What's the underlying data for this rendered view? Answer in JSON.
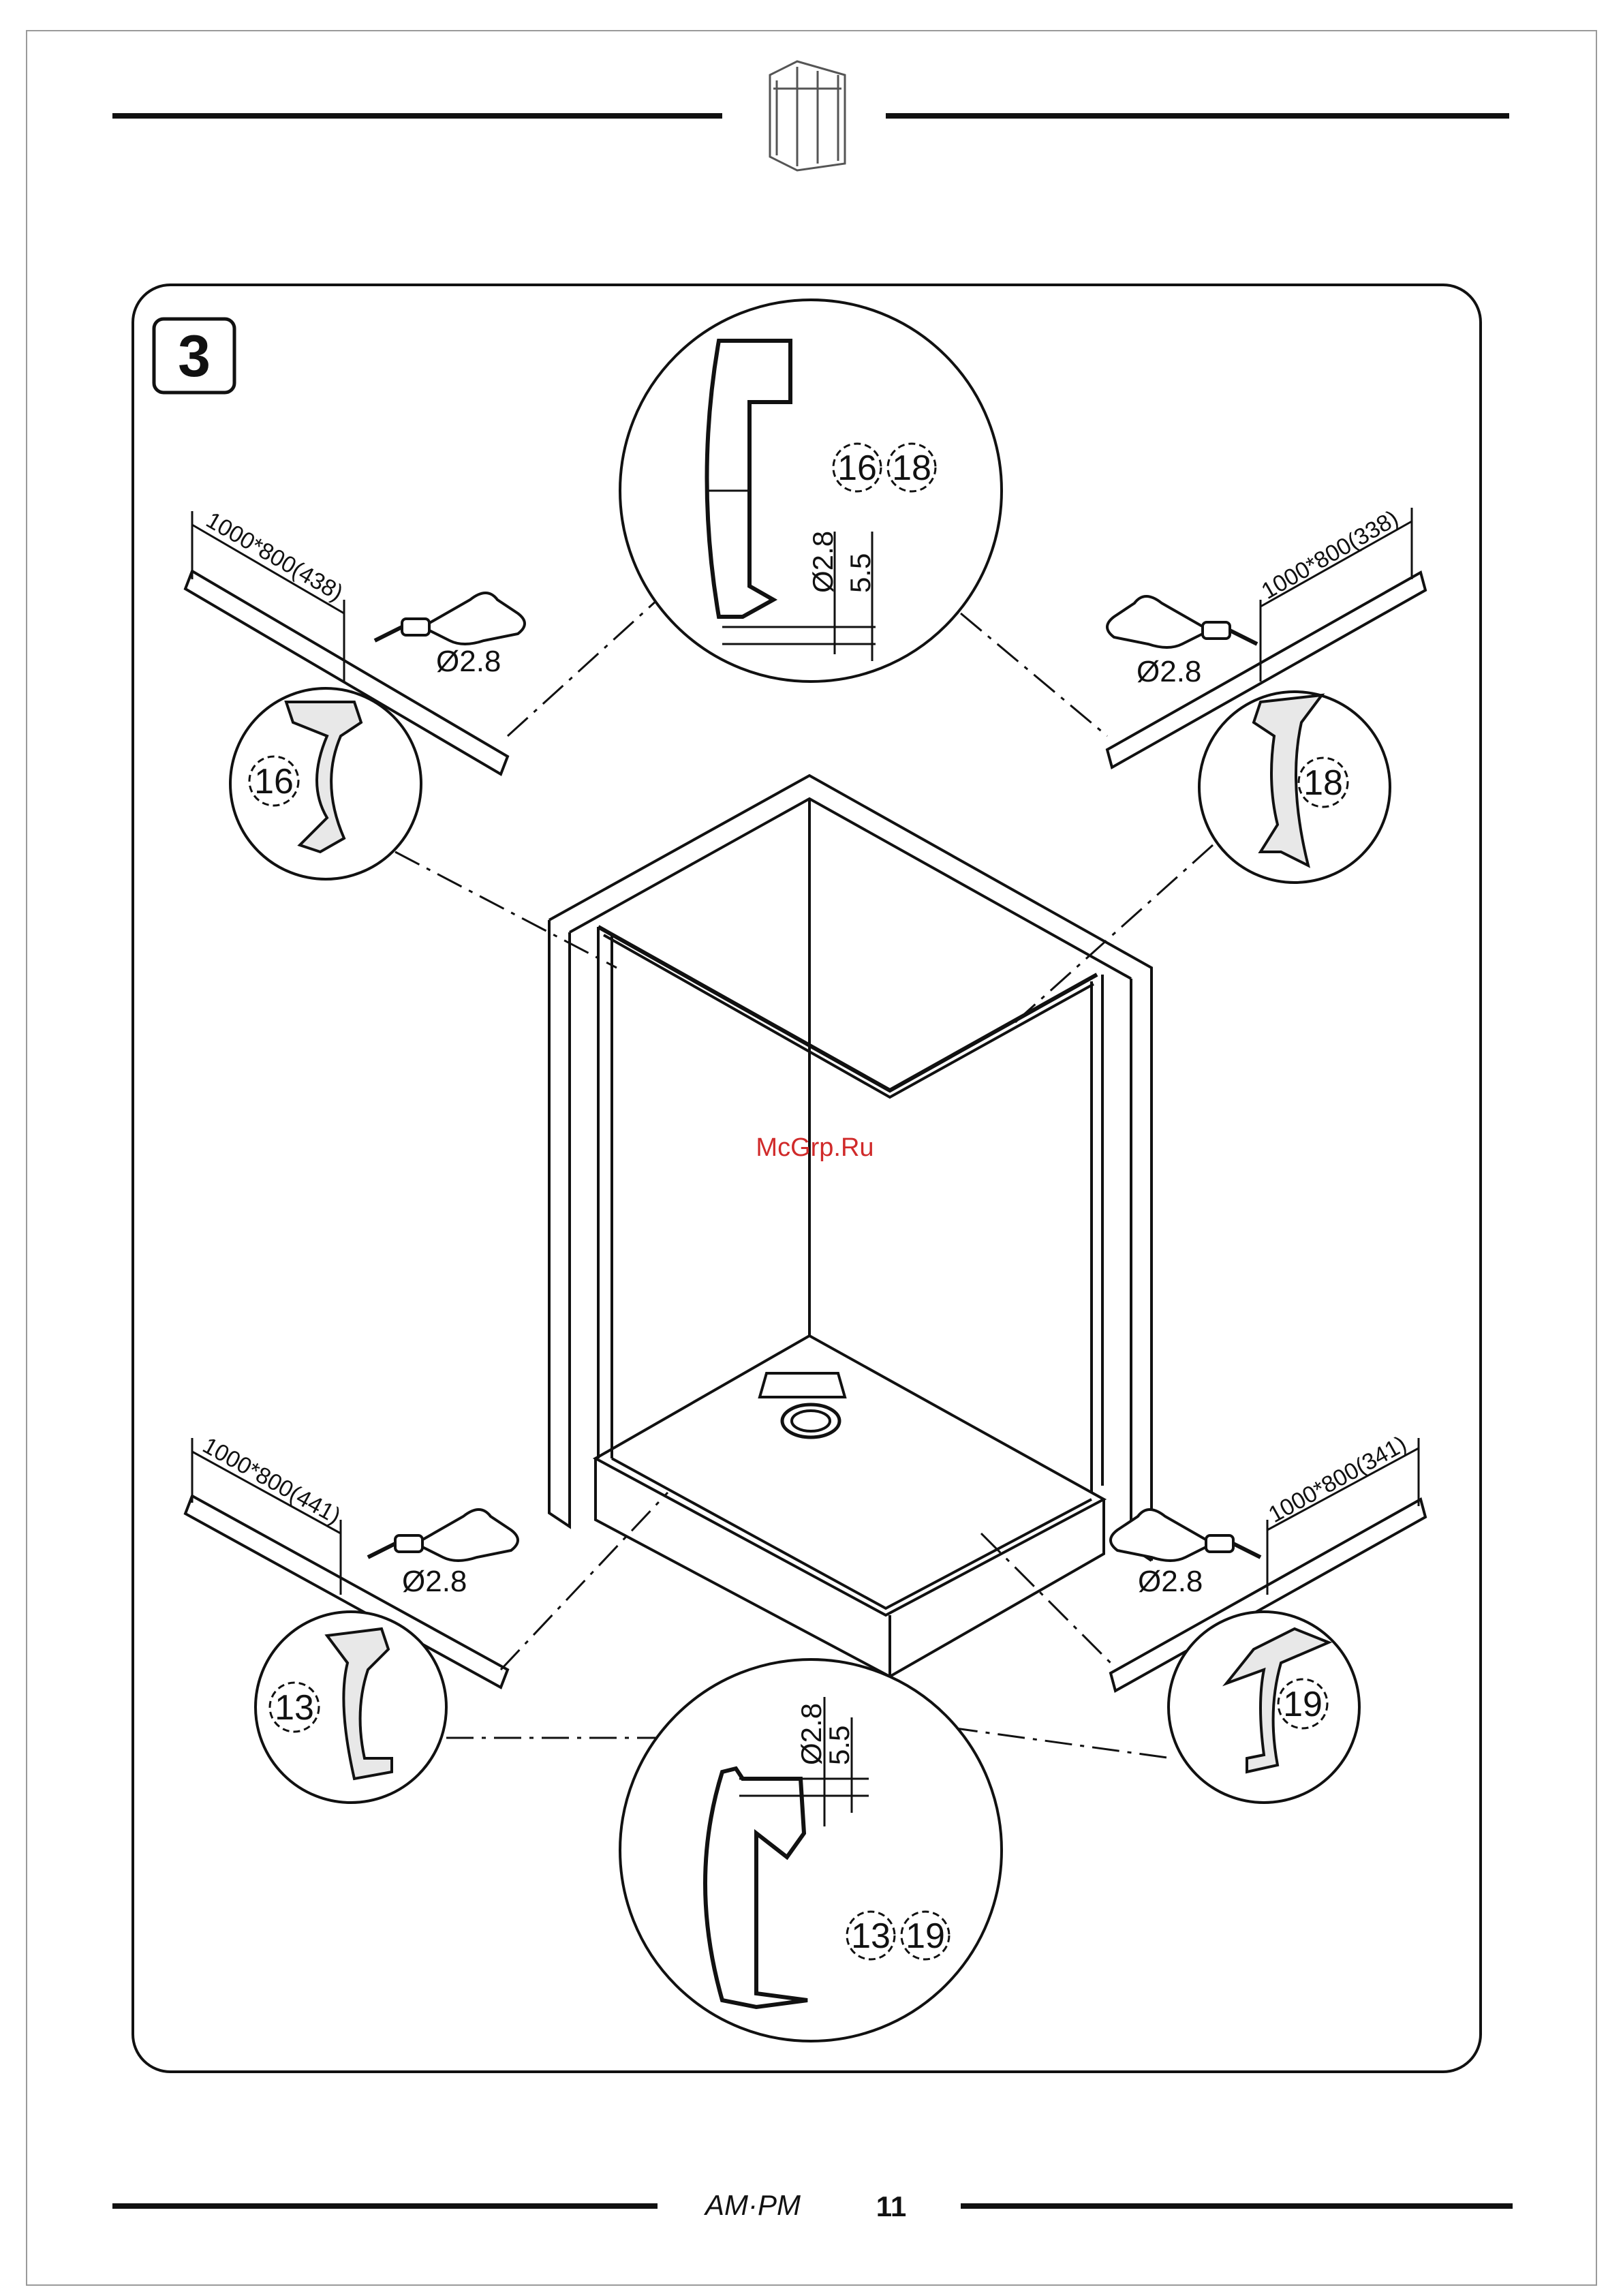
{
  "step": {
    "number": "3"
  },
  "watermark": "McGrp.Ru",
  "footer": {
    "brand": "AM·PM",
    "page_number": "11"
  },
  "profiles": {
    "top_left": {
      "length_label": "1000*800(438)",
      "drill_label": "Ø2.8",
      "part": "16"
    },
    "top_right": {
      "length_label": "1000*800(338)",
      "drill_label": "Ø2.8",
      "part": "18"
    },
    "bottom_left": {
      "length_label": "1000*800(441)",
      "drill_label": "Ø2.8",
      "part": "13"
    },
    "bottom_right": {
      "length_label": "1000*800(341)",
      "drill_label": "Ø2.8",
      "part": "19"
    }
  },
  "detail_top": {
    "part_a": "16",
    "part_b": "18",
    "dim_diameter": "Ø2.8",
    "dim_offset": "5.5"
  },
  "detail_bottom": {
    "part_a": "13",
    "part_b": "19",
    "dim_diameter": "Ø2.8",
    "dim_offset": "5.5"
  },
  "icons": [
    "shower-enclosure-icon",
    "drill-icon",
    "brand-logo"
  ]
}
